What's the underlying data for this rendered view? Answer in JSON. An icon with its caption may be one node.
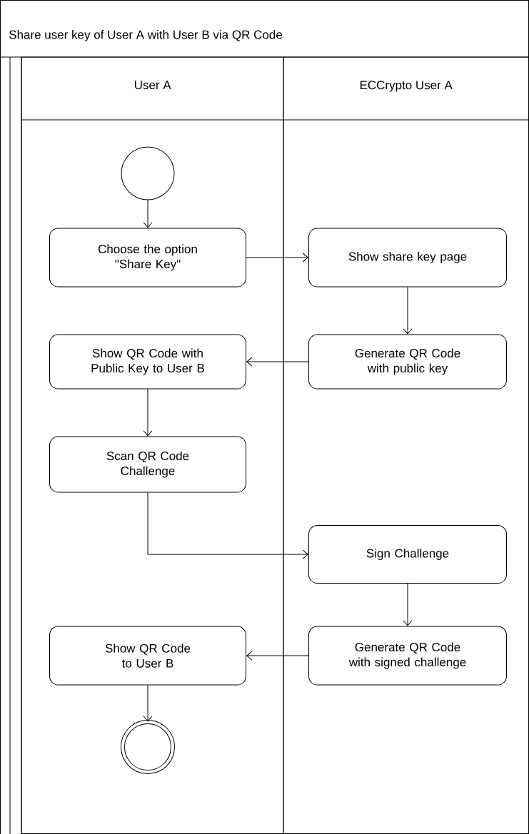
{
  "diagram": {
    "title": "Share user key of User A with User B via QR Code",
    "nodes": [
      {
        "text": [
          "User A"
        ]
      },
      {
        "text": [
          "ECCrypto User A"
        ]
      },
      {
        "text": [],
        "shape": "circle",
        "in": 0
      },
      {
        "text": [
          "Choose the option \"Share Key\""
        ],
        "in": 0
      },
      {
        "text": [
          "Show share key page"
        ],
        "in": 1
      },
      {
        "text": [
          "Generate QR Code with public key"
        ],
        "in": 1
      },
      {
        "text": [
          "Show QR Code with Public Key to User B"
        ],
        "in": 0
      },
      {
        "text": [
          "Scan QR Code Challenge"
        ],
        "in": 0
      },
      {
        "text": [
          "Sign Challenge"
        ],
        "in": 1
      },
      {
        "text": [
          "Generate QR Code with signed challenge"
        ],
        "in": 1
      },
      {
        "text": [
          "Show QR Code to User B"
        ],
        "in": 0
      },
      {
        "text": [],
        "shape": "end-circle",
        "in": 0
      }
    ],
    "edges": [
      {
        "from": 2,
        "to": 3,
        "arrow": "to"
      },
      {
        "from": 3,
        "to": 4,
        "arrow": "to"
      },
      {
        "from": 4,
        "to": 5,
        "arrow": "to"
      },
      {
        "from": 5,
        "to": 6,
        "arrow": "to"
      },
      {
        "from": 6,
        "to": 7,
        "arrow": "to"
      },
      {
        "from": 7,
        "to": 8,
        "arrow": "to"
      },
      {
        "from": 8,
        "to": 9,
        "arrow": "to"
      },
      {
        "from": 9,
        "to": 10,
        "arrow": "to"
      },
      {
        "from": 10,
        "to": 11,
        "arrow": "to"
      }
    ]
  }
}
